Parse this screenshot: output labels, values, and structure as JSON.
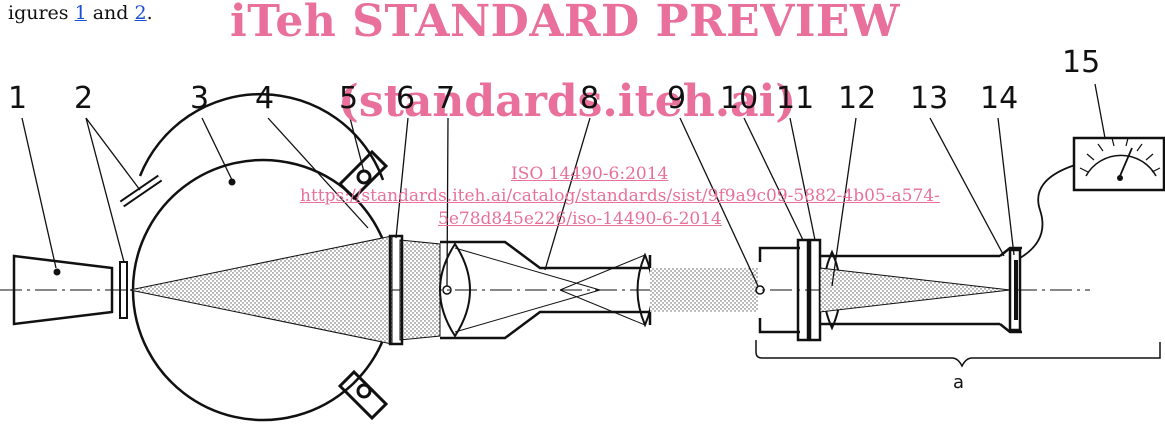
{
  "intro": {
    "prefix": "igures ",
    "link1": "1",
    "middle": " and ",
    "link2": "2",
    "suffix": "."
  },
  "watermark": {
    "title": "iTeh STANDARD PREVIEW",
    "subtitle": "(standards.iteh.ai)",
    "iso_link": "ISO 14490-6:2014",
    "url_line1": "https://standards.iteh.ai/catalog/standards/sist/9f9a9c09-5882-4b05-a574-",
    "url_line2": "5e78d845e226/iso-14490-6-2014"
  },
  "figure": {
    "callouts": [
      "1",
      "2",
      "3",
      "4",
      "5",
      "6",
      "7",
      "8",
      "9",
      "10",
      "11",
      "12",
      "13",
      "14",
      "15"
    ],
    "bracket_label": "a"
  },
  "colors": {
    "watermark": "#e8709a",
    "link": "#1a4fd8",
    "line": "#111111"
  }
}
